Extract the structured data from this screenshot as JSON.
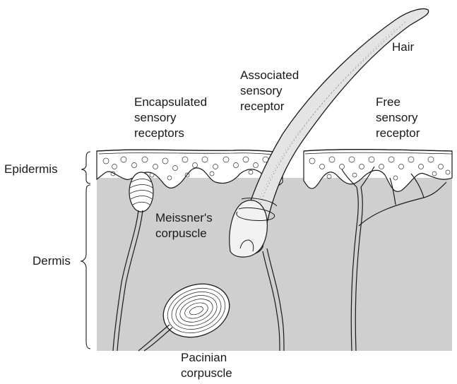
{
  "labels": {
    "hair": "Hair",
    "associated": [
      "Associated",
      "sensory",
      "receptor"
    ],
    "encapsulated": [
      "Encapsulated",
      "sensory",
      "receptors"
    ],
    "free": [
      "Free",
      "sensory",
      "receptor"
    ],
    "epidermis": "Epidermis",
    "dermis": "Dermis",
    "meissner": [
      "Meissner's",
      "corpuscle"
    ],
    "pacinian": [
      "Pacinian",
      "corpuscle"
    ]
  },
  "colors": {
    "dermis_fill": "#cfcfcf",
    "epidermis_fill": "#ffffff",
    "line": "#1a1a1a"
  }
}
